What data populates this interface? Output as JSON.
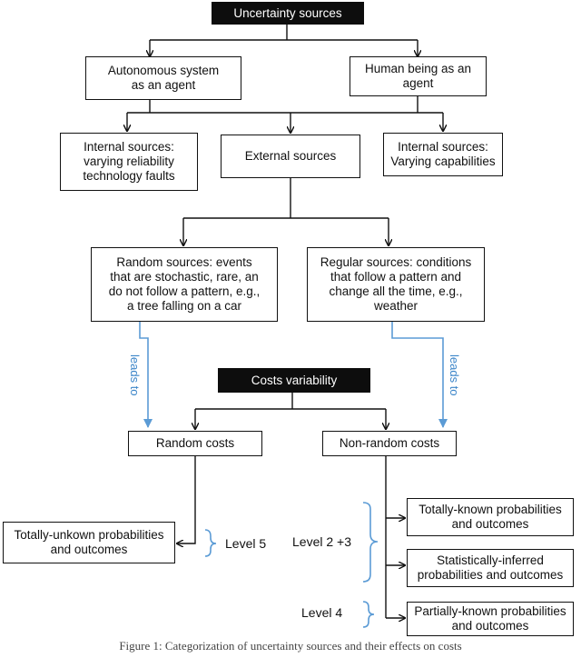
{
  "nodes": {
    "uncertainty_sources": "Uncertainty sources",
    "autonomous_agent": "Autonomous system\nas an agent",
    "human_agent": "Human being as an\nagent",
    "internal_reliability": "Internal sources:\nvarying reliability\ntechnology faults",
    "external_sources": "External sources",
    "internal_capabilities": "Internal sources:\nVarying capabilities",
    "random_sources": "Random sources: events\nthat are stochastic, rare, an\ndo not follow a pattern, e.g.,\na tree falling on a car",
    "regular_sources": "Regular sources: conditions\nthat follow a pattern and\nchange all the time, e.g.,\nweather",
    "costs_variability": "Costs variability",
    "random_costs": "Random costs",
    "nonrandom_costs": "Non-random costs",
    "totally_unknown": "Totally-unkown probabilities\nand outcomes",
    "totally_known": "Totally-known probabilities\nand outcomes",
    "statistically_inferred": "Statistically-inferred\nprobabilities and outcomes",
    "partially_known": "Partially-known probabilities\nand outcomes"
  },
  "labels": {
    "leads_to_left": "leads to",
    "leads_to_right": "leads to",
    "level_5": "Level 5",
    "level_23": "Level 2 +3",
    "level_4": "Level 4"
  },
  "caption": "Figure 1: Categorization of uncertainty sources and their effects on costs",
  "colors": {
    "arrow_blue": "#5b9bd5",
    "dark_box": "#0d0d0d"
  }
}
